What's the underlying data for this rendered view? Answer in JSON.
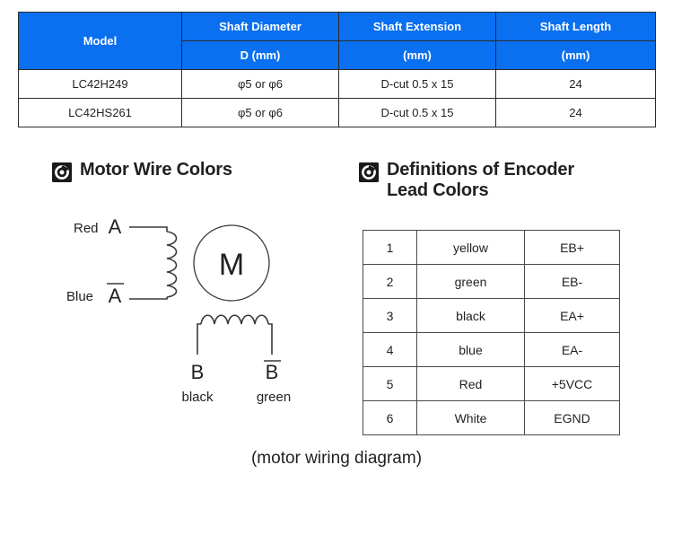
{
  "spec_table": {
    "headers": {
      "model": "Model",
      "groups": [
        "Shaft Diameter",
        "Shaft Extension",
        "Shaft Length"
      ],
      "units": [
        "D (mm)",
        "(mm)",
        "(mm)"
      ]
    },
    "rows": [
      {
        "model": "LC42H249",
        "diameter": "φ5 or φ6",
        "extension": "D-cut 0.5 x 15",
        "length": "24"
      },
      {
        "model": "LC42HS261",
        "diameter": "φ5 or φ6",
        "extension": "D-cut 0.5 x 15",
        "length": "24"
      }
    ],
    "header_color": "#0a70f0",
    "header_text_color": "#ffffff"
  },
  "sections": {
    "motor": {
      "icon": "target-ring-icon",
      "title": "Motor Wire Colors"
    },
    "encoder": {
      "icon": "target-ring-icon",
      "title_line1": "Definitions of Encoder",
      "title_line2": "Lead Colors"
    }
  },
  "wiring_diagram": {
    "phase_a": {
      "positive_label": "A",
      "positive_wire": "Red",
      "negative_label": "A",
      "negative_wire": "Blue"
    },
    "phase_b": {
      "positive_label": "B",
      "positive_wire": "black",
      "negative_label": "B",
      "negative_wire": "green"
    },
    "motor_symbol": "M",
    "caption": "(motor wiring diagram)"
  },
  "encoder_table": {
    "rows": [
      {
        "no": "1",
        "color": "yellow",
        "signal": "EB+"
      },
      {
        "no": "2",
        "color": "green",
        "signal": "EB-"
      },
      {
        "no": "3",
        "color": "black",
        "signal": "EA+"
      },
      {
        "no": "4",
        "color": "blue",
        "signal": "EA-"
      },
      {
        "no": "5",
        "color": "Red",
        "signal": "+5VCC"
      },
      {
        "no": "6",
        "color": "White",
        "signal": "EGND"
      }
    ]
  }
}
